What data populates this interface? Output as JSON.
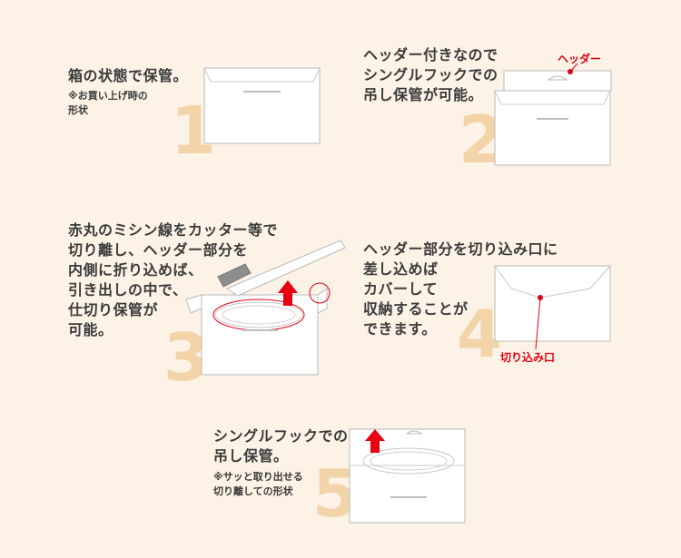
{
  "steps": [
    {
      "number": "1",
      "text": "箱の状態で保管。",
      "note": "※お買い上げ時の\n形状"
    },
    {
      "number": "2",
      "text": "ヘッダー付きなので\nシングルフックでの\n吊し保管が可能。",
      "label": "ヘッダー"
    },
    {
      "number": "3",
      "text": "赤丸のミシン線をカッター等で\n切り離し、ヘッダー部分を\n内側に折り込めば、\n引き出しの中で、\n仕切り保管が\n可能。"
    },
    {
      "number": "4",
      "text": "ヘッダー部分を切り込み口に\n差し込めば\nカバーして\n収納することが\nできます。",
      "label": "切り込み口"
    },
    {
      "number": "5",
      "text": "シングルフックでの\n吊し保管。",
      "note": "※サッと取り出せる\n切り離しての形状"
    }
  ],
  "colors": {
    "background": "#fcf2e6",
    "step_number": "#f3d3a8",
    "accent_red": "#e00012",
    "box_stroke": "#b9b9b9"
  }
}
